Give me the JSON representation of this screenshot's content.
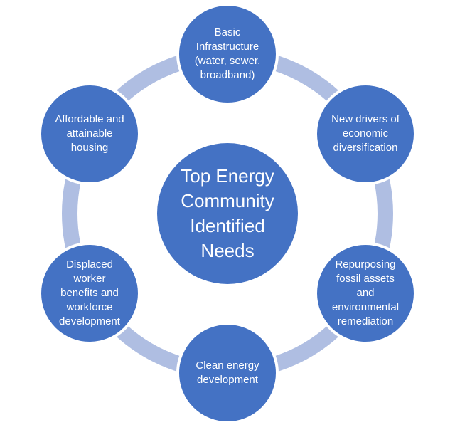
{
  "diagram": {
    "type": "cycle",
    "title": "Top Energy Community Identified Needs",
    "center": {
      "label": "Top Energy\nCommunity\nIdentified\nNeeds"
    },
    "nodes": [
      {
        "id": "basic-infrastructure",
        "position": "top",
        "label": "Basic\nInfrastructure\n(water, sewer,\nbroadband)"
      },
      {
        "id": "economic-diversification",
        "position": "top-right",
        "label": "New drivers of\neconomic\ndiversification"
      },
      {
        "id": "fossil-assets-remediation",
        "position": "bottom-right",
        "label": "Repurposing\nfossil assets\nand\nenvironmental\nremediation"
      },
      {
        "id": "clean-energy",
        "position": "bottom",
        "label": "Clean energy\ndevelopment"
      },
      {
        "id": "displaced-workers",
        "position": "bottom-left",
        "label": "Displaced\nworker\nbenefits and\nworkforce\ndevelopment"
      },
      {
        "id": "affordable-housing",
        "position": "top-left",
        "label": "Affordable and\nattainable\nhousing"
      }
    ],
    "colors": {
      "node_fill": "#4472C4",
      "node_border": "#FFFFFF",
      "ring": "#AFBEE2",
      "text": "#FFFFFF"
    }
  }
}
